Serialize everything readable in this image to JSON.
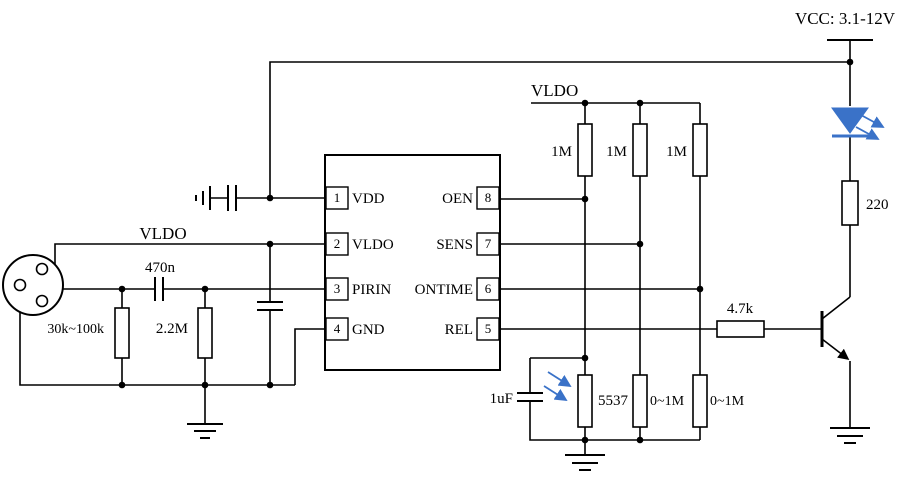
{
  "schematic": {
    "power_label": "VCC: 3.1-12V",
    "net_labels": {
      "vldo_top": "VLDO",
      "vldo_left": "VLDO"
    },
    "components": {
      "led_resistor": "220",
      "base_resistor": "4.7k",
      "pullup_resistors": [
        "1M",
        "1M",
        "1M"
      ],
      "filter_cap": "1uF",
      "photoresistor": "5537",
      "trimmers": [
        "0~1M",
        "0~1M"
      ],
      "coupling_cap": "470n",
      "pir_load_resistor": "30k~100k",
      "bias_resistor": "2.2M"
    },
    "ic": {
      "pins_left": [
        {
          "num": "1",
          "name": "VDD"
        },
        {
          "num": "2",
          "name": "VLDO"
        },
        {
          "num": "3",
          "name": "PIRIN"
        },
        {
          "num": "4",
          "name": "GND"
        }
      ],
      "pins_right": [
        {
          "num": "8",
          "name": "OEN"
        },
        {
          "num": "7",
          "name": "SENS"
        },
        {
          "num": "6",
          "name": "ONTIME"
        },
        {
          "num": "5",
          "name": "REL"
        }
      ]
    },
    "colors": {
      "wire": "#000000",
      "led_blue": "#3a72c8",
      "background": "#ffffff"
    }
  }
}
